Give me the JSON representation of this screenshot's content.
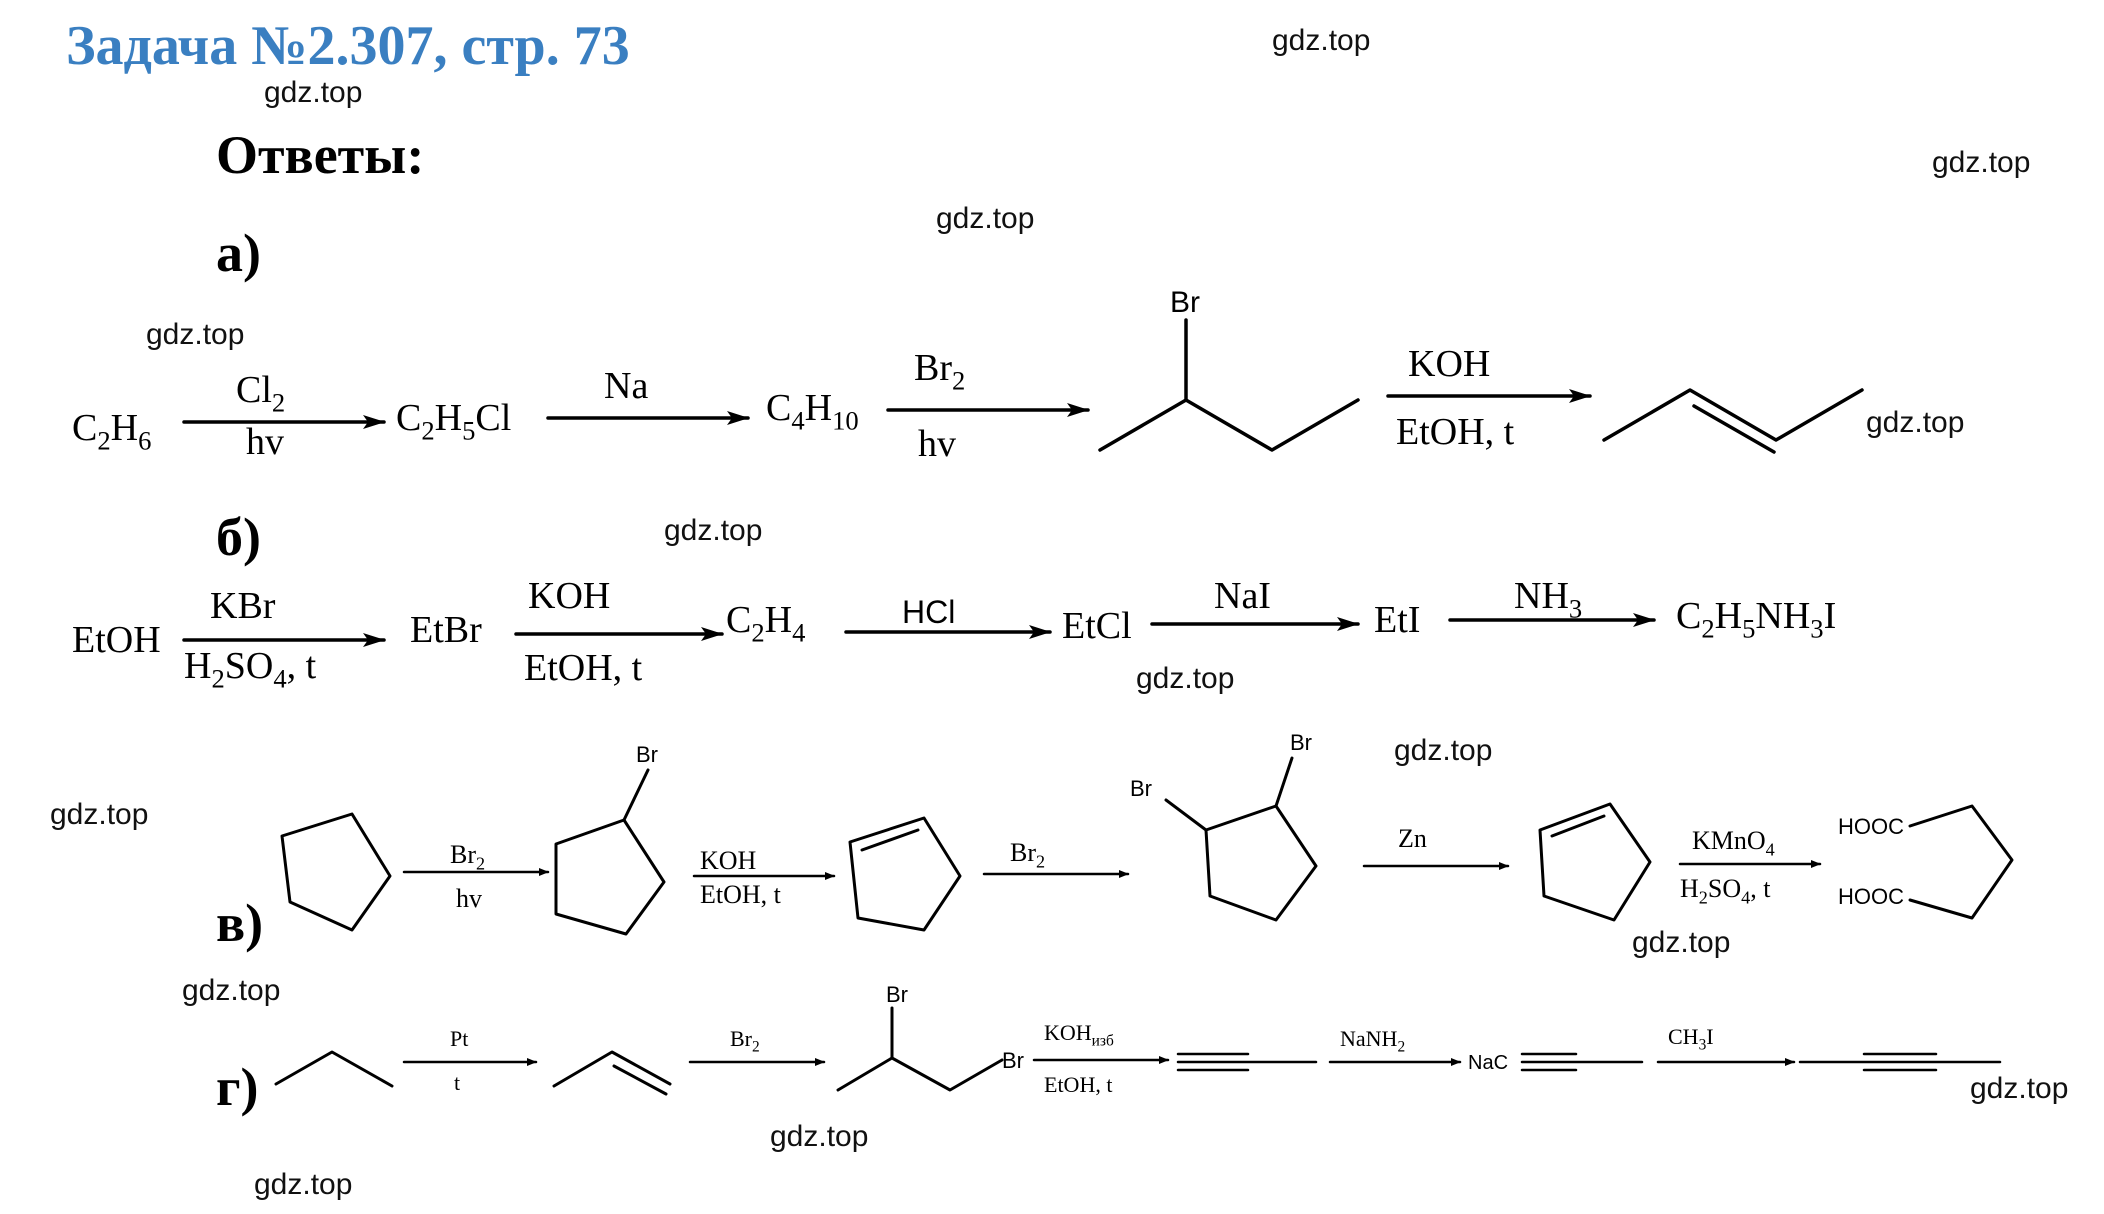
{
  "title": "Задача №2.307, стр. 73",
  "heading": "Ответы:",
  "watermark": "gdz.top",
  "parts": {
    "a": "а)",
    "b": "б)",
    "v": "в)",
    "g": "г)"
  },
  "reaction_a": {
    "c2h6": "C2H6",
    "step1_top": "Cl2",
    "step1_bottom": "hv",
    "c2h5cl": "C2H5Cl",
    "step2_top": "Na",
    "c4h10": "C4H10",
    "step3_top": "Br2",
    "step3_bottom": "hv",
    "br_label": "Br",
    "step4_top": "KOH",
    "step4_bottom": "EtOH, t"
  },
  "reaction_b": {
    "etoh": "EtOH",
    "step1_top": "KBr",
    "step1_bottom": "H2SO4, t",
    "etbr": "EtBr",
    "step2_top": "KOH",
    "step2_bottom": "EtOH, t",
    "c2h4": "C2H4",
    "step3_top": "HCl",
    "etcl": "EtCl",
    "step4_top": "NaI",
    "eti": "EtI",
    "step5_top": "NH3",
    "product": "C2H5NH3I"
  },
  "reaction_v": {
    "step1_top": "Br2",
    "step1_bottom": "hv",
    "br_label": "Br",
    "step2_top": "KOH",
    "step2_bottom": "EtOH, t",
    "step3_top": "Br2",
    "step4_top": "Zn",
    "step5_top": "KMnO4",
    "step5_bottom": "H2SO4, t",
    "hooc_label": "HOOC"
  },
  "reaction_g": {
    "step1_top": "Pt",
    "step1_bottom": "t",
    "step2_top": "Br2",
    "br_label": "Br",
    "step3_top": "KOHизб",
    "step3_bottom": "EtOH, t",
    "step4_top": "NaNH2",
    "nac_label": "NaC",
    "step5_top": "CH3I"
  }
}
